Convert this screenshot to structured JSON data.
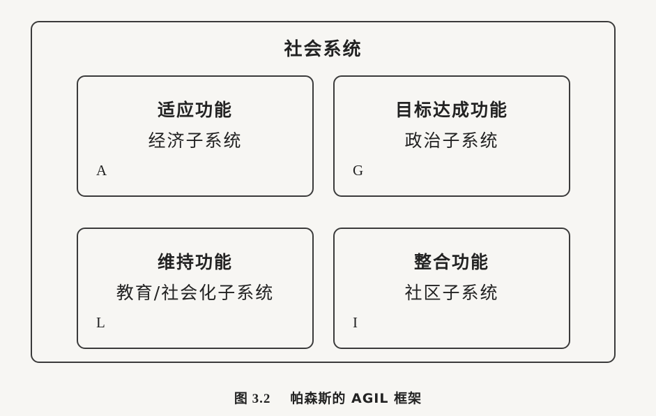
{
  "diagram": {
    "outer_title": "社会系统",
    "cells": [
      {
        "title": "适应功能",
        "subsystem": "经济子系统",
        "letter": "A"
      },
      {
        "title": "目标达成功能",
        "subsystem": "政治子系统",
        "letter": "G"
      },
      {
        "title": "维持功能",
        "subsystem": "教育/社会化子系统",
        "letter": "L"
      },
      {
        "title": "整合功能",
        "subsystem": "社区子系统",
        "letter": "I"
      }
    ]
  },
  "caption": {
    "number": "图 3.2",
    "text": "帕森斯的 AGIL 框架"
  }
}
